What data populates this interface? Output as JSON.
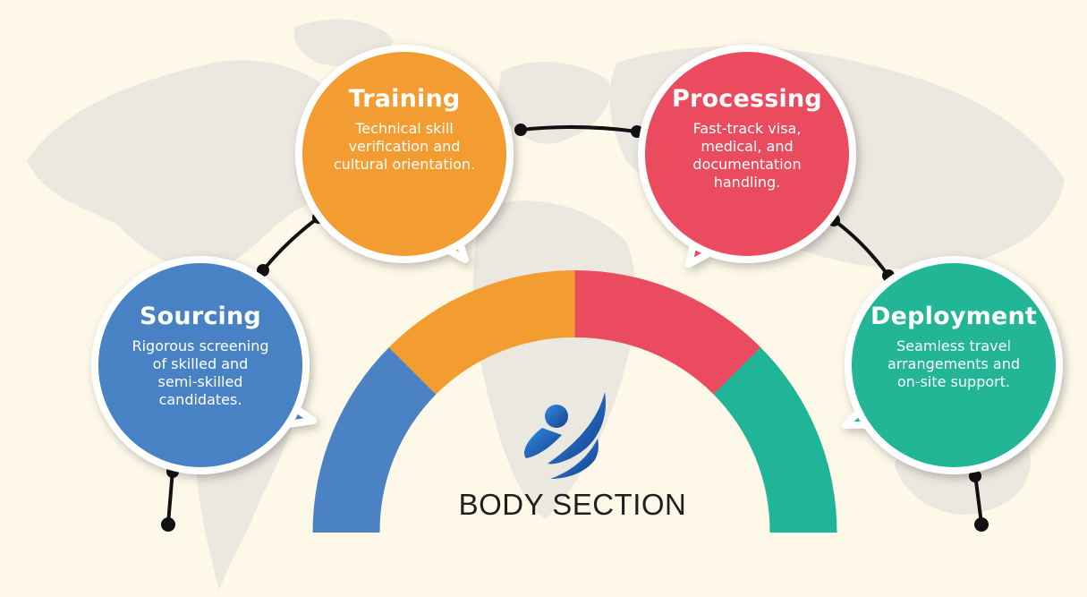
{
  "stages": [
    {
      "title": "Sourcing",
      "description": [
        "Rigorous screening",
        "of skilled and",
        "semi-skilled",
        "candidates."
      ],
      "color": "#4a82c4"
    },
    {
      "title": "Training",
      "description": [
        "Technical skill",
        "verification and",
        "cultural orientation."
      ],
      "color": "#f39c30"
    },
    {
      "title": "Processing",
      "description": [
        "Fast-track visa,",
        "medical, and",
        "documentation",
        "handling."
      ],
      "color": "#ea4b5f"
    },
    {
      "title": "Deployment",
      "description": [
        "Seamless travel",
        "arrangements and",
        "on-site support."
      ],
      "color": "#20b596"
    }
  ],
  "brand": {
    "name": "BODY SECTION",
    "logo_icon": "swoosh-figure-logo",
    "logo_color": "#1a4d9a"
  },
  "background": {
    "color": "#fdf8e8",
    "map_color": "#ebe8df"
  },
  "connector_color": "#111111"
}
